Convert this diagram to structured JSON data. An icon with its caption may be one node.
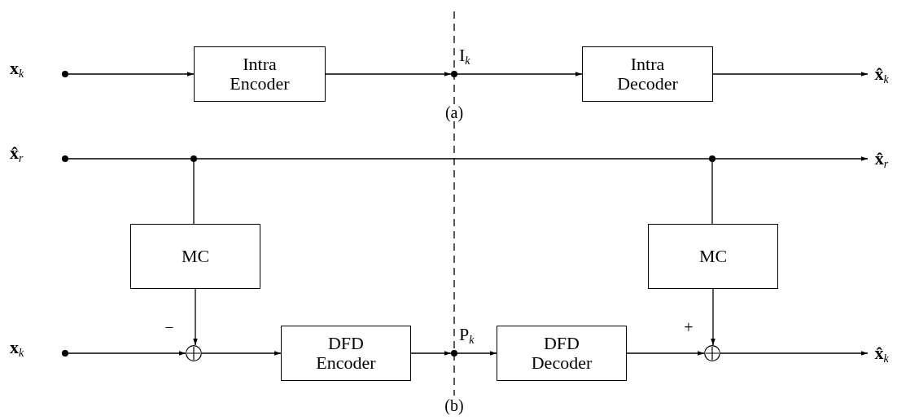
{
  "diagram": {
    "nodes": [
      {
        "text": [],
        "shape": "circle",
        "beside": [
          "**x**$_{k}$"
        ]
      },
      {
        "text": [
          "Intra Encoder"
        ]
      },
      {
        "text": [],
        "shape": "circle",
        "beside": [
          "I$_{k}$"
        ]
      },
      {
        "text": [
          "Intra Decoder"
        ]
      },
      {
        "text": [],
        "shape": "circle",
        "beside": [
          "**x̂**$_{r}$"
        ]
      },
      {
        "text": [],
        "shape": "circle"
      },
      {
        "text": [],
        "shape": "circle"
      },
      {
        "text": [
          "MC"
        ]
      },
      {
        "text": [
          "MC"
        ]
      },
      {
        "text": [],
        "shape": "circle",
        "beside": [
          "**x**$_{k}$"
        ]
      },
      {
        "text": [],
        "shape": "circle"
      },
      {
        "text": [
          "DFD Encoder"
        ]
      },
      {
        "text": [],
        "shape": "circle",
        "beside": [
          "P$_{k}$"
        ]
      },
      {
        "text": [
          "DFD Decoder"
        ]
      },
      {
        "text": [],
        "shape": "circle"
      },
      {
        "text": [
          "**x̂**$_{k}$"
        ]
      },
      {
        "text": [
          "**x̂**$_{r}$"
        ]
      },
      {
        "text": [
          "**x̂**$_{k}$"
        ]
      }
    ],
    "edges": [
      {
        "from": 0,
        "to": 1,
        "arrow": "to"
      },
      {
        "from": 1,
        "to": 2,
        "arrow": "to"
      },
      {
        "from": 2,
        "to": 3,
        "arrow": "to"
      },
      {
        "from": 3,
        "to": 15,
        "arrow": "to"
      },
      {
        "from": 4,
        "to": 5,
        "arrow": "none"
      },
      {
        "from": 5,
        "to": 6,
        "arrow": "none"
      },
      {
        "from": 6,
        "to": 16,
        "arrow": "to"
      },
      {
        "from": 5,
        "to": 7,
        "arrow": "none"
      },
      {
        "from": 6,
        "to": 8,
        "arrow": "none"
      },
      {
        "from": 7,
        "to": 10,
        "arrow": "to"
      },
      {
        "from": 8,
        "to": 14,
        "arrow": "to"
      },
      {
        "from": 9,
        "to": 10,
        "arrow": "to"
      },
      {
        "from": 10,
        "to": 11,
        "arrow": "to"
      },
      {
        "from": 11,
        "to": 12,
        "arrow": "to"
      },
      {
        "from": 12,
        "to": 13,
        "arrow": "to"
      },
      {
        "from": 13,
        "to": 14,
        "arrow": "to"
      },
      {
        "from": 14,
        "to": 17,
        "arrow": "to"
      }
    ],
    "labels": [
      "(a)",
      "−",
      "+",
      "(b)"
    ]
  }
}
